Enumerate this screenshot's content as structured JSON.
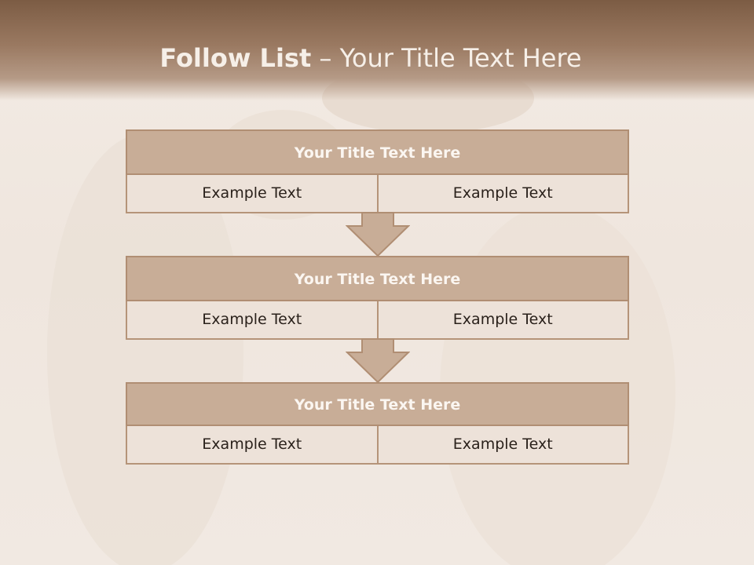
{
  "slide": {
    "title_bold": "Follow List",
    "title_rest": " – Your Title Text Here"
  },
  "steps": [
    {
      "title": "Your Title Text Here",
      "left": "Example Text",
      "right": "Example Text"
    },
    {
      "title": "Your Title Text Here",
      "left": "Example Text",
      "right": "Example Text"
    },
    {
      "title": "Your Title Text Here",
      "left": "Example Text",
      "right": "Example Text"
    }
  ],
  "colors": {
    "header": "#7c5c44",
    "box_title": "#c8ad97",
    "box_cell": "#ede2d9",
    "border": "#b08e73"
  }
}
